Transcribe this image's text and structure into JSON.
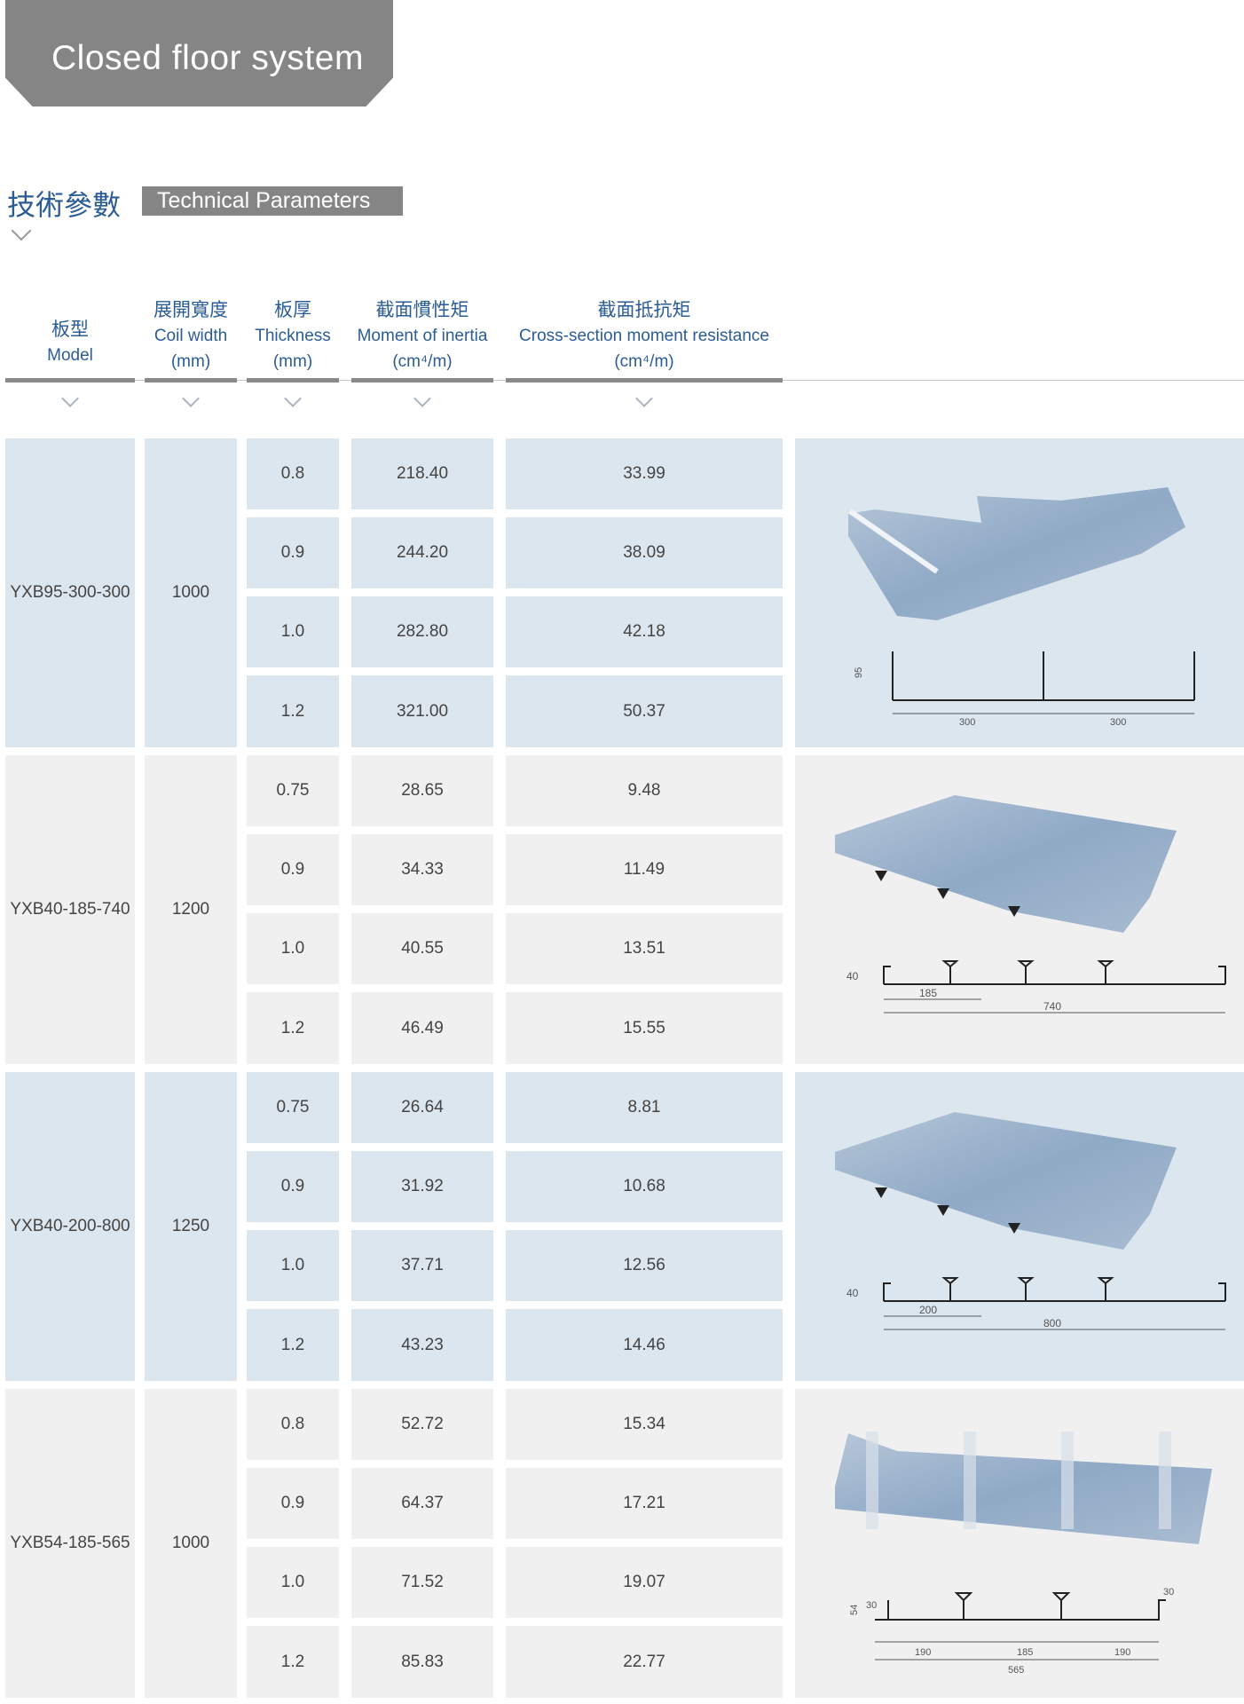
{
  "banner": {
    "title": "Closed floor system"
  },
  "section": {
    "title_cn": "技術參數",
    "title_en": "Technical Parameters"
  },
  "headers": [
    {
      "cn": "板型",
      "en": "Model",
      "unit": ""
    },
    {
      "cn": "展開寬度",
      "en": "Coil width",
      "unit": "(mm)"
    },
    {
      "cn": "板厚",
      "en": "Thickness",
      "unit": "(mm)"
    },
    {
      "cn": "截面慣性矩",
      "en": "Moment of inertia",
      "unit": "(cm⁴/m)"
    },
    {
      "cn": "截面抵抗矩",
      "en": "Cross-section moment resistance",
      "unit": "(cm⁴/m)"
    }
  ],
  "colors": {
    "blue_row": "#dbe6ee",
    "gray_row": "#f0f0f0",
    "accent": "#2b5c96"
  },
  "groups": [
    {
      "model": "YXB95-300-300",
      "coil_width": "1000",
      "style": "blue",
      "profile": "seam",
      "dims": [
        "95",
        "300",
        "300"
      ],
      "rows": [
        [
          "0.8",
          "218.40",
          "33.99"
        ],
        [
          "0.9",
          "244.20",
          "38.09"
        ],
        [
          "1.0",
          "282.80",
          "42.18"
        ],
        [
          "1.2",
          "321.00",
          "50.37"
        ]
      ]
    },
    {
      "model": "YXB40-185-740",
      "coil_width": "1200",
      "style": "gray",
      "profile": "dovetail",
      "dims": [
        "40",
        "185",
        "740"
      ],
      "rows": [
        [
          "0.75",
          "28.65",
          "9.48"
        ],
        [
          "0.9",
          "34.33",
          "11.49"
        ],
        [
          "1.0",
          "40.55",
          "13.51"
        ],
        [
          "1.2",
          "46.49",
          "15.55"
        ]
      ]
    },
    {
      "model": "YXB40-200-800",
      "coil_width": "1250",
      "style": "blue",
      "profile": "dovetail",
      "dims": [
        "40",
        "200",
        "800"
      ],
      "rows": [
        [
          "0.75",
          "26.64",
          "8.81"
        ],
        [
          "0.9",
          "31.92",
          "10.68"
        ],
        [
          "1.0",
          "37.71",
          "12.56"
        ],
        [
          "1.2",
          "43.23",
          "14.46"
        ]
      ]
    },
    {
      "model": "YXB54-185-565",
      "coil_width": "1000",
      "style": "gray",
      "profile": "deep",
      "dims": [
        "54",
        "30",
        "190",
        "185",
        "190",
        "565",
        "30"
      ],
      "rows": [
        [
          "0.8",
          "52.72",
          "15.34"
        ],
        [
          "0.9",
          "64.37",
          "17.21"
        ],
        [
          "1.0",
          "71.52",
          "19.07"
        ],
        [
          "1.2",
          "85.83",
          "22.77"
        ]
      ]
    }
  ]
}
